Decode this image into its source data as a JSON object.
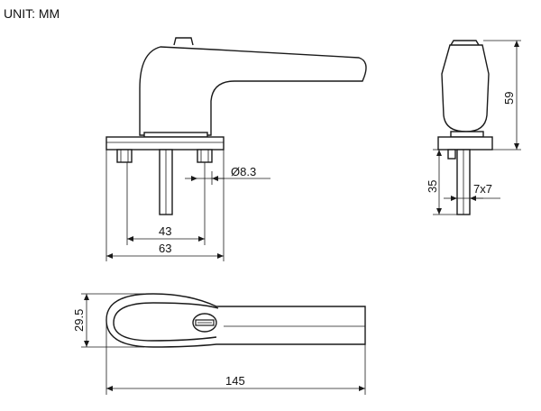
{
  "unit_label": "UNIT: MM",
  "dimensions": {
    "diameter": "Ø8.3",
    "spindle_spacing": "43",
    "base_width": "63",
    "height": "59",
    "spindle_length": "35",
    "spindle_section": "7x7",
    "handle_width": "29.5",
    "handle_length": "145"
  }
}
